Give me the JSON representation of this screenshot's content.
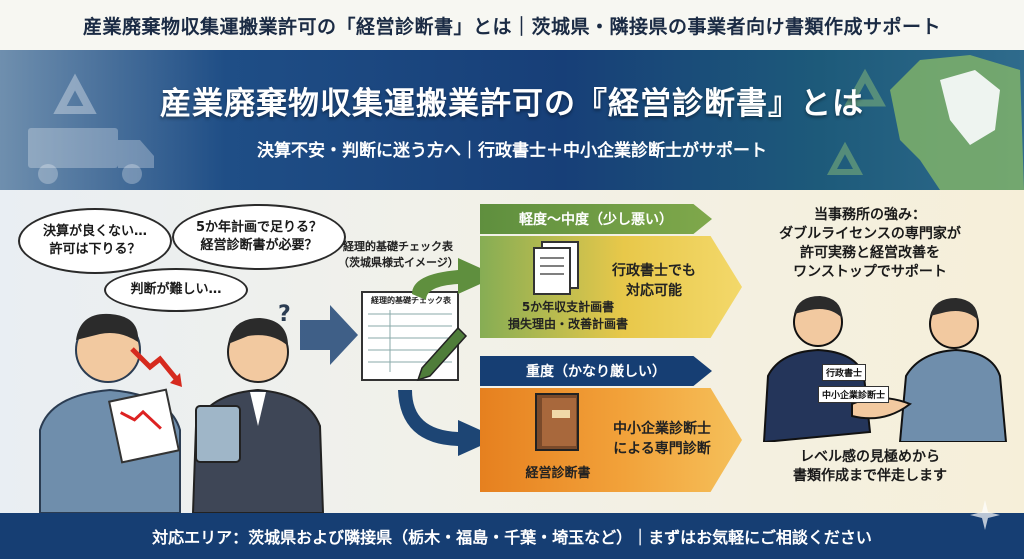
{
  "header": {
    "title": "産業廃棄物収集運搬業許可の「経営診断書」とは｜茨城県・隣接県の事業者向け書類作成サポート"
  },
  "hero": {
    "title": "産業廃棄物収集運搬業許可の『経営診断書』とは",
    "subtitle": "決算不安・判断に迷う方へ｜行政書士＋中小企業診断士がサポート"
  },
  "bubbles": {
    "b1": "決算が良くない…\n許可は下りる？",
    "b2": "5か年計画で足りる？\n経営診断書が必要？",
    "b3": "判断が難しい…"
  },
  "checklist": {
    "caption": "経理的基礎チェック表\n（茨城県様式イメージ）",
    "doc_label": "経理的基礎チェック表"
  },
  "mild": {
    "band": "軽度〜中度（少し悪い）",
    "docs": "5か年収支計画書\n損失理由・改善計画書",
    "handler": "行政書士でも\n対応可能"
  },
  "severe": {
    "band": "重度（かなり厳しい）",
    "doc": "経営診断書",
    "handler": "中小企業診断士\nによる専門診断"
  },
  "strength": {
    "text": "当事務所の強み：\nダブルライセンスの専門家が\n許可実務と経営改善を\nワンストップでサポート",
    "tag1": "行政書士",
    "tag2": "中小企業診断士",
    "closing": "レベル感の見極めから\n書類作成まで伴走します"
  },
  "footer": {
    "text": "対応エリア：茨城県および隣接県（栃木・福島・千葉・埼玉など）｜まずはお気軽にご相談ください"
  },
  "colors": {
    "navy": "#163e73",
    "green": "#5f8f3e",
    "orange": "#e9892a",
    "yellow": "#f0d64a"
  }
}
